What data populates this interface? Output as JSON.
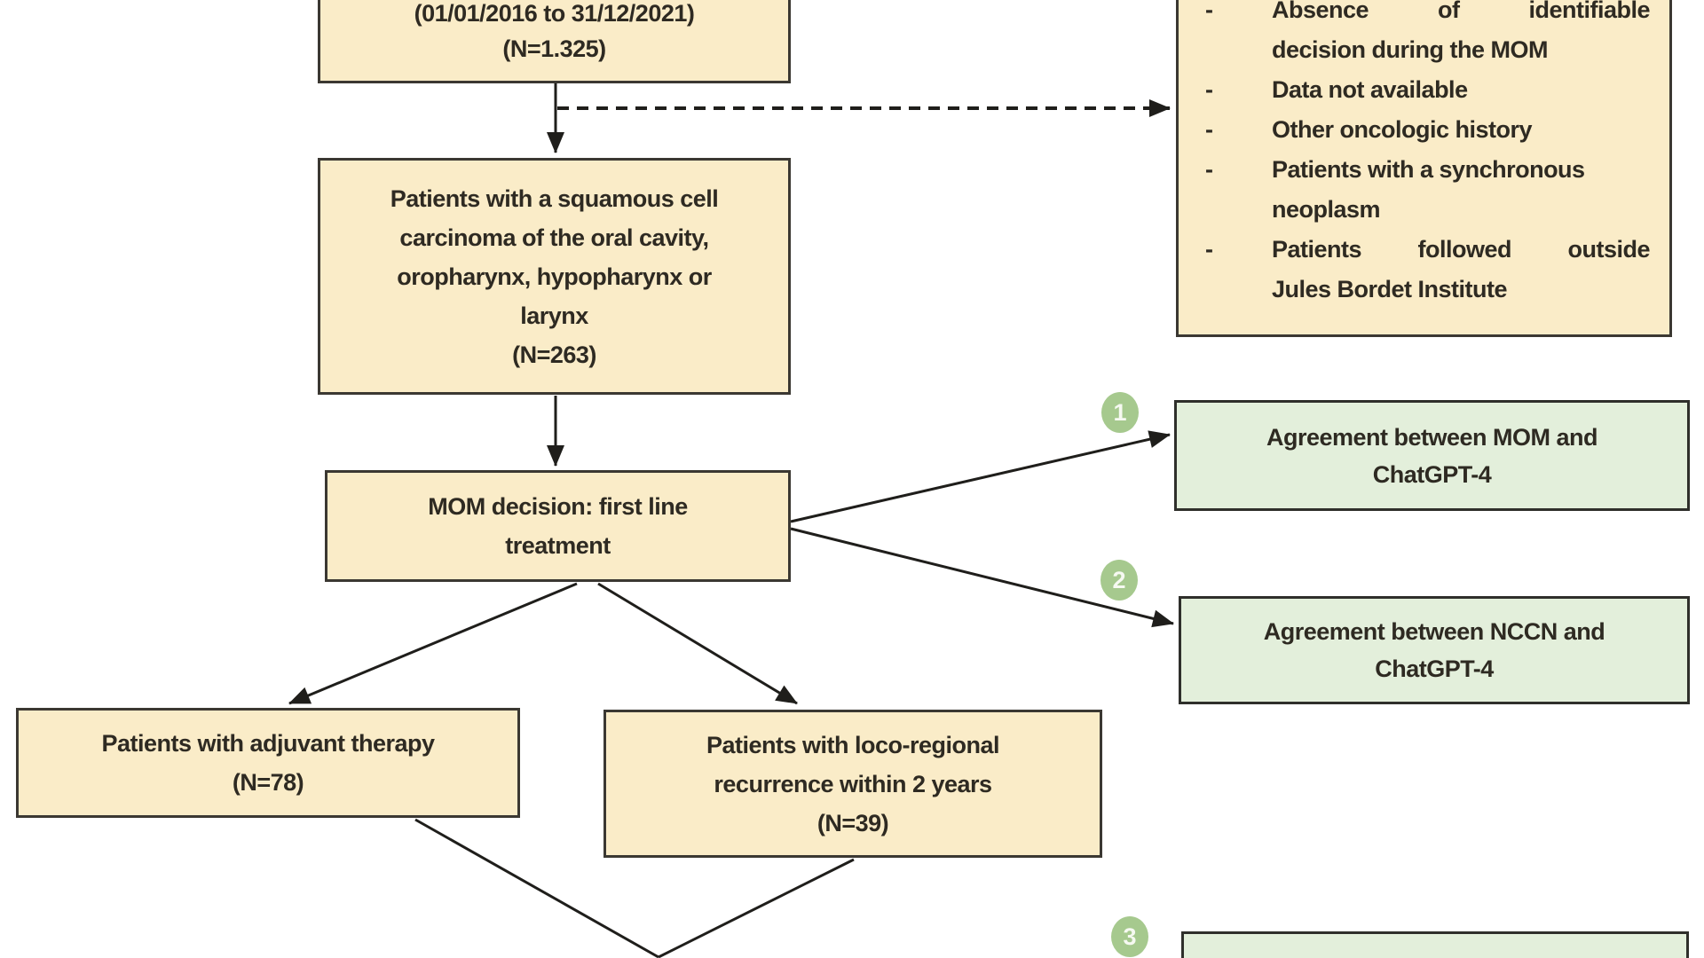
{
  "palette": {
    "background": "#ffffff",
    "yellow_box_fill": "#faecc8",
    "yellow_box_border": "#3b3832",
    "green_box_fill": "#e3efdb",
    "green_box_border": "#2f2f2b",
    "badge_fill": "#a6c98e",
    "badge_text": "#f6f9f1",
    "line_color": "#1f1e1b",
    "text_color": "#2e2a22"
  },
  "boxes": {
    "study_period": {
      "lines": [
        "(01/01/2016 to 31/12/2021)",
        "(N=1.325)"
      ]
    },
    "scc_cohort": {
      "lines": [
        "Patients with a squamous cell",
        "carcinoma of the oral cavity,",
        "oropharynx, hypopharynx or",
        "larynx",
        "(N=263)"
      ]
    },
    "mom_decision": {
      "lines": [
        "MOM decision: first line",
        "treatment"
      ]
    },
    "adjuvant": {
      "lines": [
        "Patients with adjuvant therapy",
        "(N=78)"
      ]
    },
    "recurrence": {
      "lines": [
        "Patients with loco-regional",
        "recurrence within 2 years",
        "(N=39)"
      ]
    }
  },
  "exclusion_box": {
    "bullet": "-",
    "items": [
      {
        "lines": [
          "Absence of identifiable",
          "decision during the MOM"
        ],
        "spread": [
          true,
          false
        ]
      },
      {
        "lines": [
          "Data not available"
        ],
        "spread": [
          false
        ]
      },
      {
        "lines": [
          "Other oncologic history"
        ],
        "spread": [
          false
        ]
      },
      {
        "lines": [
          "Patients with a synchronous",
          "neoplasm"
        ],
        "spread": [
          false,
          false
        ]
      },
      {
        "lines": [
          "Patients followed outside",
          "Jules Bordet Institute"
        ],
        "spread": [
          true,
          false
        ]
      }
    ]
  },
  "outcomes": [
    {
      "number": "1",
      "lines": [
        "Agreement between MOM and",
        "ChatGPT-4"
      ]
    },
    {
      "number": "2",
      "lines": [
        "Agreement between NCCN and",
        "ChatGPT-4"
      ]
    },
    {
      "number": "3",
      "lines": []
    }
  ]
}
